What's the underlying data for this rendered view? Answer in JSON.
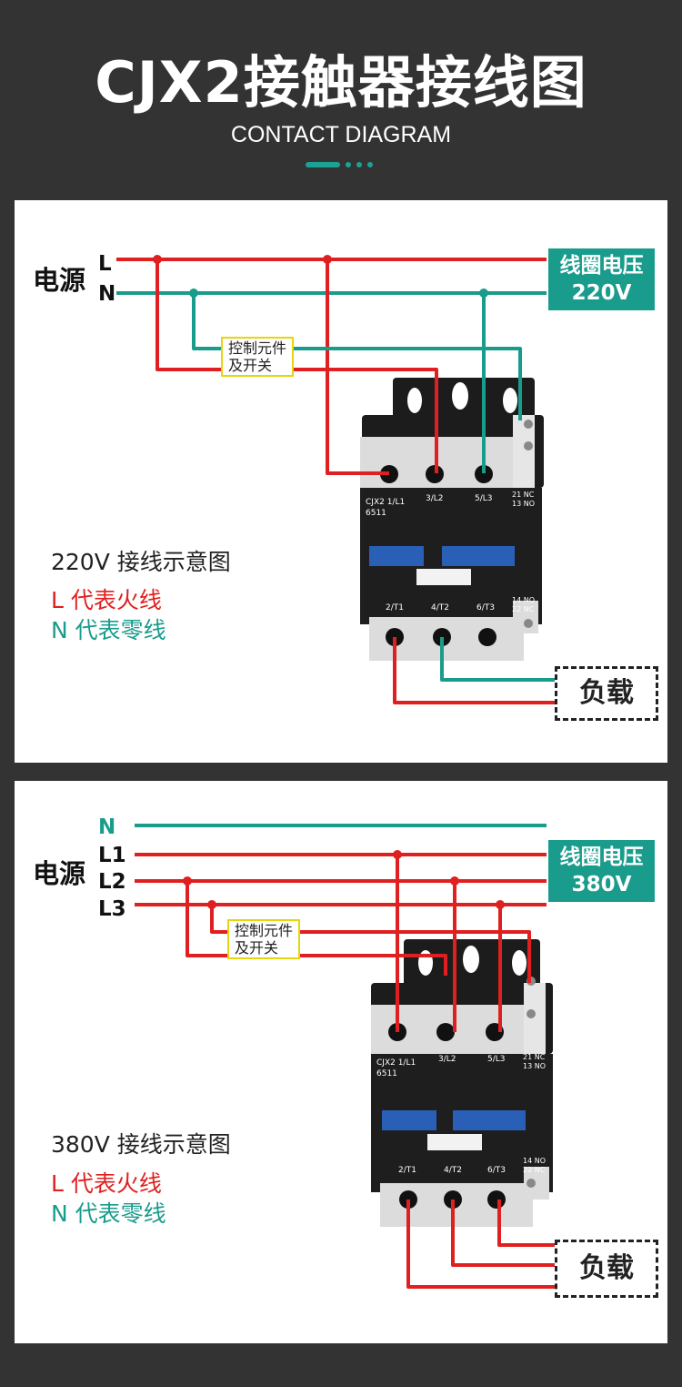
{
  "header": {
    "title": "CJX2接触器接线图",
    "subtitle": "CONTACT DIAGRAM"
  },
  "colors": {
    "live": "#e02020",
    "neutral": "#1a9c8c",
    "accent": "#1aa394",
    "switch_border": "#e6d40c",
    "contactor_gray": "#d8d8d8",
    "contactor_black": "#1c1c1c",
    "contactor_blue": "#2a5fb8"
  },
  "diagram_220": {
    "power_label": "电源",
    "line_l": "L",
    "line_n": "N",
    "coil_line1": "线圈电压",
    "coil_line2": "220V",
    "switch_line1": "控制元件",
    "switch_line2": "及开关",
    "load": "负载",
    "note_title": "220V 接线示意图",
    "note_l": "L 代表火线",
    "note_n": "N 代表零线",
    "contactor": {
      "model": "CJX2 1/L1",
      "code": "6511",
      "t_l2": "3/L2",
      "t_l3": "5/L3",
      "nc1": "21 NC",
      "no1": "13 NO",
      "t_t1": "2/T1",
      "t_t2": "4/T2",
      "t_t3": "6/T3",
      "no2": "14 NO",
      "nc2": "22 NC"
    }
  },
  "diagram_380": {
    "power_label": "电源",
    "line_n": "N",
    "line_l1": "L1",
    "line_l2": "L2",
    "line_l3": "L3",
    "coil_line1": "线圈电压",
    "coil_line2": "380V",
    "switch_line1": "控制元件",
    "switch_line2": "及开关",
    "load": "负载",
    "note_title": "380V 接线示意图",
    "note_l": "L 代表火线",
    "note_n": "N 代表零线",
    "contactor": {
      "model": "CJX2 1/L1",
      "code": "6511",
      "t_l2": "3/L2",
      "t_l3": "5/L3",
      "nc1": "21 NC",
      "no1": "13 NO",
      "t_t1": "2/T1",
      "t_t2": "4/T2",
      "t_t3": "6/T3",
      "no2": "14 NO",
      "nc2": "22 NC"
    }
  }
}
